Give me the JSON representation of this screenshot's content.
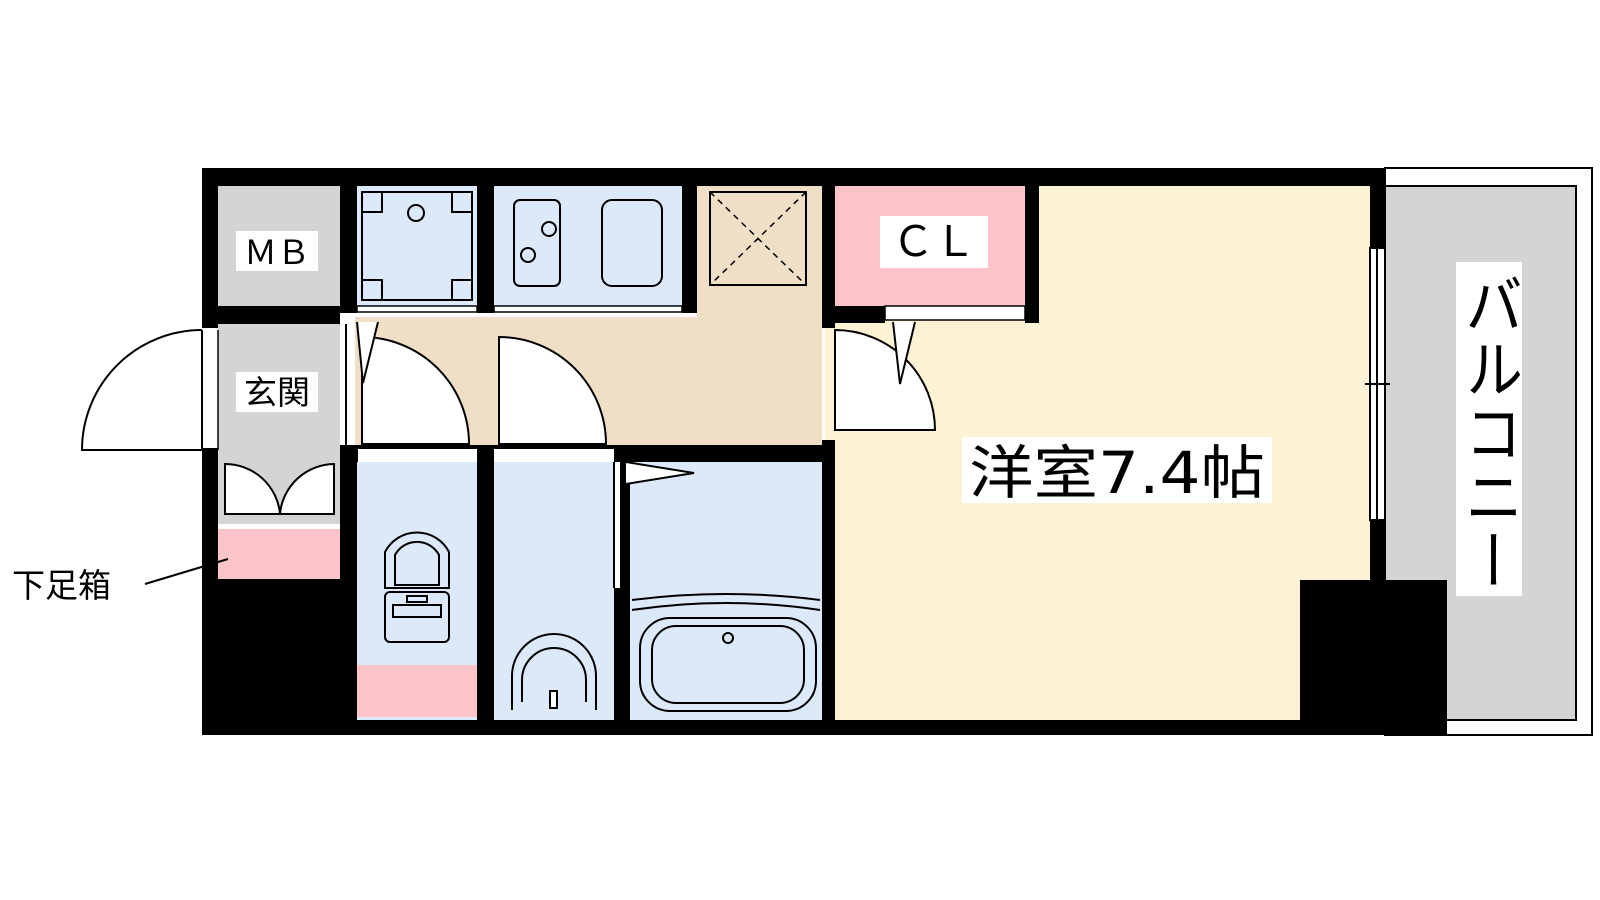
{
  "labels": {
    "mb": "ＭＢ",
    "entrance": "玄関",
    "shoe_box": "下足箱",
    "closet": "ＣＬ",
    "western_room": "洋室7.4帖",
    "balcony": "バルコニー"
  },
  "colors": {
    "wall": "#000000",
    "utility_gray": "#d4d4d4",
    "wet_area_blue": "#dce9fb",
    "hall_beige": "#efdfc6",
    "room_cream": "#fdf2d4",
    "storage_pink": "#fcc3c8",
    "balcony_gray": "#d4d4d4"
  }
}
